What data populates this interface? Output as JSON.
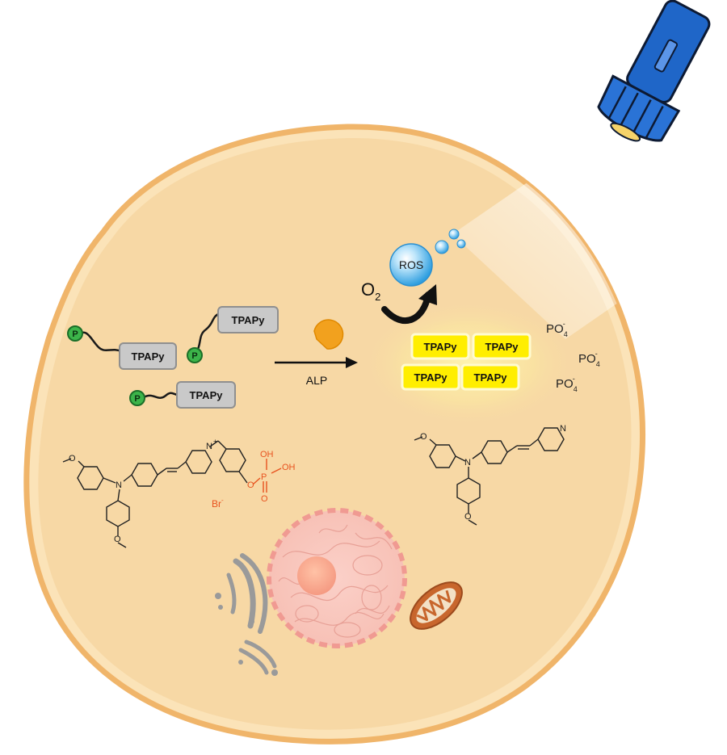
{
  "probe": {
    "name": "TPAPy",
    "phosphate_badge": "P"
  },
  "reaction": {
    "enzyme": "ALP",
    "oxygen_base": "O",
    "oxygen_sub": "2",
    "product": "ROS"
  },
  "byproduct": {
    "base": "PO",
    "sub": "4",
    "sup": "-"
  },
  "structure_left": {
    "cation_charge": "+",
    "counter_ion": "Br",
    "counter_charge": "-",
    "phosphate_p": "P",
    "phosphate_o": "O",
    "phosphate_oh": "OH",
    "nitrogen": "N"
  },
  "structure_right": {
    "nitrogen": "N",
    "pyridine_n": "N"
  },
  "colors": {
    "cell_fill": "#f7d8a5",
    "cell_border": "#f0b56a",
    "probe_box": "#c9c9c9",
    "aggregate_box": "#ffee00",
    "phosphate_green": "#3cb44a",
    "enzyme_orange": "#f2a11e",
    "ros_blue": "#39a9e6",
    "flashlight_blue": "#1f66c8",
    "phosphate_red": "#e8531f",
    "mitochondrion": "#c8662d",
    "golgi": "#9a9a9a",
    "nucleus": "#f4b6ae"
  }
}
